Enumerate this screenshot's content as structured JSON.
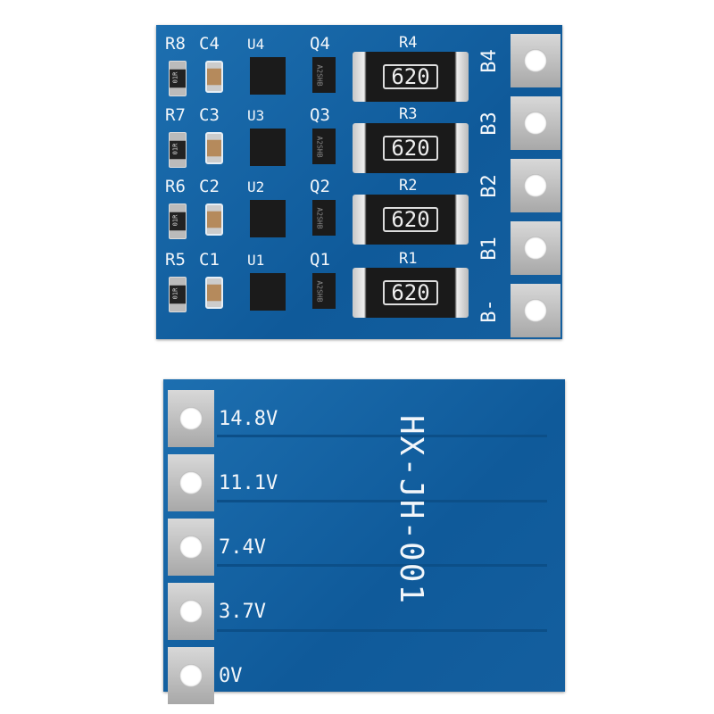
{
  "top_board": {
    "rows": [
      {
        "r_small": "R8",
        "cap": "C4",
        "ic": "U4",
        "fet": "Q4",
        "r_big": "R4",
        "r_value": "620",
        "r_small_code": "01R",
        "fet_code": "A2SHB"
      },
      {
        "r_small": "R7",
        "cap": "C3",
        "ic": "U3",
        "fet": "Q3",
        "r_big": "R3",
        "r_value": "620",
        "r_small_code": "01R",
        "fet_code": "A2SHB"
      },
      {
        "r_small": "R6",
        "cap": "C2",
        "ic": "U2",
        "fet": "Q2",
        "r_big": "R2",
        "r_value": "620",
        "r_small_code": "01R",
        "fet_code": "A2SHB"
      },
      {
        "r_small": "R5",
        "cap": "C1",
        "ic": "U1",
        "fet": "Q1",
        "r_big": "R1",
        "r_value": "620",
        "r_small_code": "01R",
        "fet_code": "A2SHB"
      }
    ],
    "pads": [
      "B4",
      "B3",
      "B2",
      "B1",
      "B-"
    ]
  },
  "bottom_board": {
    "model": "HX-JH-001",
    "pads": [
      "14.8V",
      "11.1V",
      "7.4V",
      "3.7V",
      "0V"
    ]
  }
}
